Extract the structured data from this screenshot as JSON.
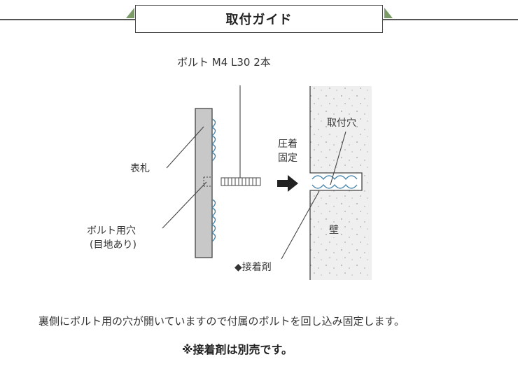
{
  "header": {
    "title": "取付ガイド"
  },
  "diagram": {
    "bolt_label": "ボルト M4 L30 2本",
    "nameplate_label": "表札",
    "bolt_hole_label_line1": "ボルト用穴",
    "bolt_hole_label_line2": "(目地あり)",
    "press_label_line1": "圧着",
    "press_label_line2": "固定",
    "mount_hole_label": "取付穴",
    "wall_label": "壁",
    "adhesive_label": "◆接着剤"
  },
  "description": "裏側にボルト用の穴が開いていますので付属のボルトを回し込み固定します。",
  "note": "※接着剤は別売です。",
  "colors": {
    "accent_tab": "#7b9b67",
    "plate_fill": "#c8c8c8",
    "wall_fill": "#efefef",
    "adhesive_stroke": "#3d7fa8"
  }
}
